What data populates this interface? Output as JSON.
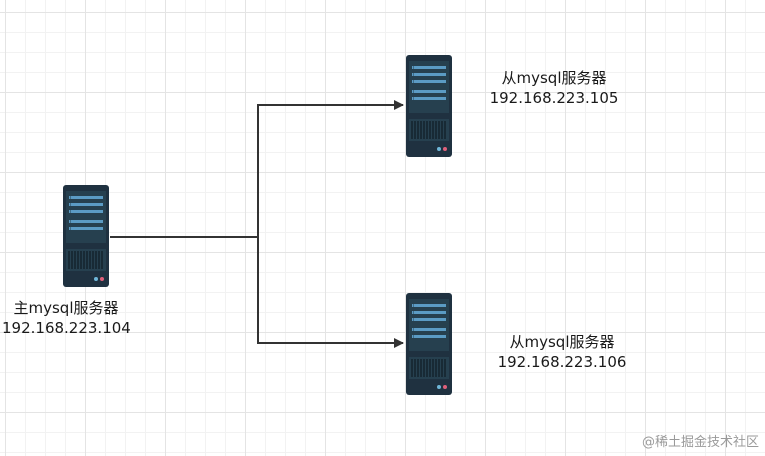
{
  "diagram": {
    "nodes": [
      {
        "id": "master",
        "role": "master",
        "name": "主mysql服务器",
        "ip": "192.168.223.104"
      },
      {
        "id": "slave1",
        "role": "slave",
        "name": "从mysql服务器",
        "ip": "192.168.223.105"
      },
      {
        "id": "slave2",
        "role": "slave",
        "name": "从mysql服务器",
        "ip": "192.168.223.106"
      }
    ],
    "edges": [
      {
        "from": "master",
        "to": "slave1"
      },
      {
        "from": "master",
        "to": "slave2"
      }
    ],
    "icon": "server-rack-icon",
    "colors": {
      "server_body": "#1f3140",
      "server_face": "#26404f",
      "server_led_bar": "#5b9bc4",
      "line": "#333333"
    }
  },
  "watermark": "@稀土掘金技术社区"
}
